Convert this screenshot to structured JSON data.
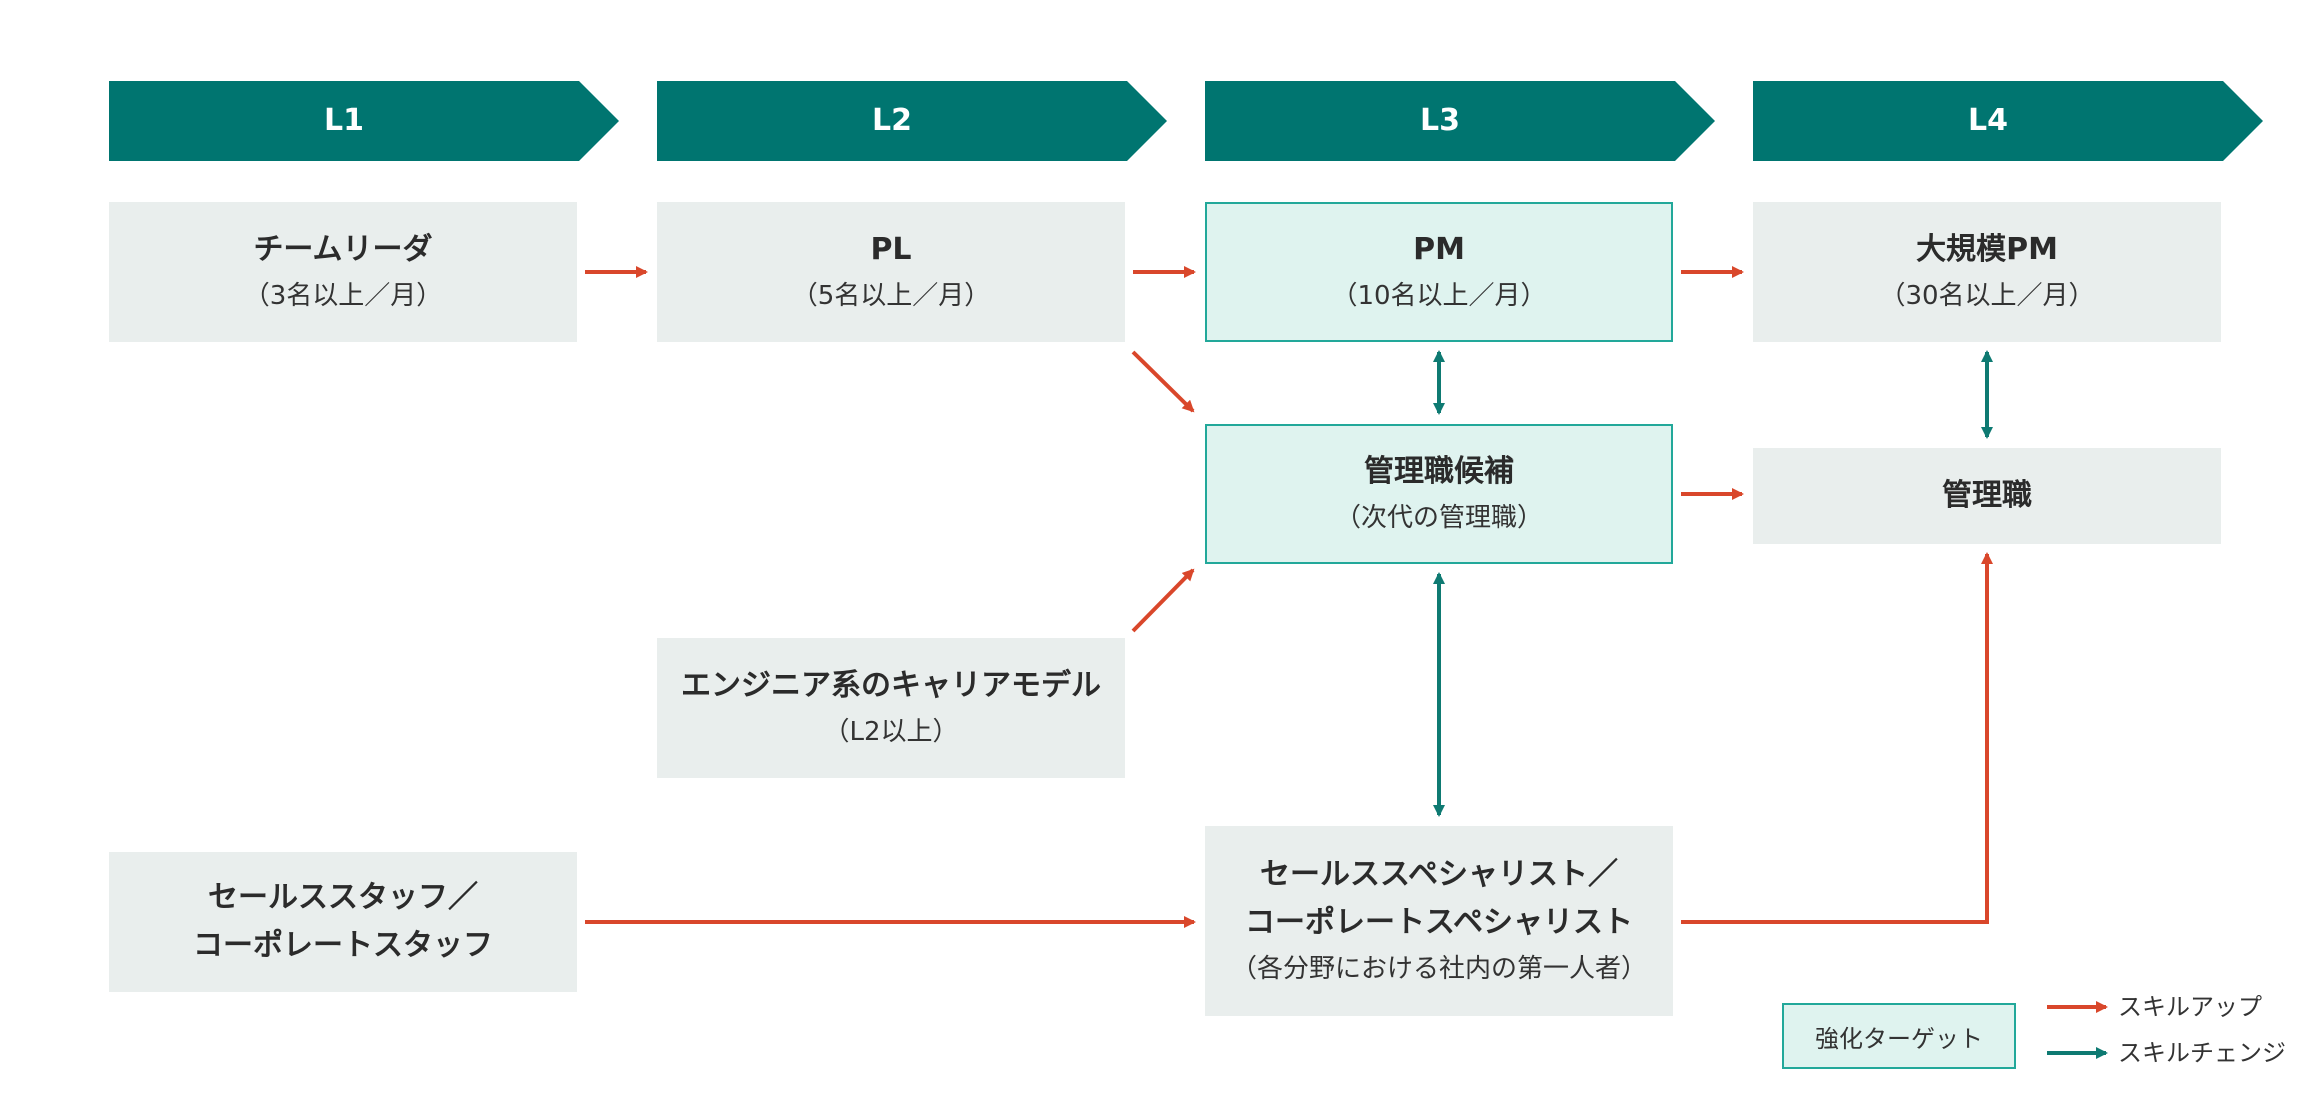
{
  "levels": [
    "L1",
    "L2",
    "L3",
    "L4"
  ],
  "nodes": {
    "team_leader": {
      "title": "チームリーダ",
      "sub": "（3名以上／月）"
    },
    "pl": {
      "title": "PL",
      "sub": "（5名以上／月）"
    },
    "pm": {
      "title": "PM",
      "sub": "（10名以上／月）"
    },
    "large_pm": {
      "title": "大規模PM",
      "sub": "（30名以上／月）"
    },
    "manager_candidate": {
      "title": "管理職候補",
      "sub": "（次代の管理職）"
    },
    "manager": {
      "title": "管理職"
    },
    "engineer_career": {
      "title": "エンジニア系のキャリアモデル",
      "sub": "（L2以上）"
    },
    "sales_staff": {
      "title_line1": "セールススタッフ／",
      "title_line2": "コーポレートスタッフ"
    },
    "specialist": {
      "title_line1": "セールススペシャリスト／",
      "title_line2": "コーポレートスペシャリスト",
      "sub": "（各分野における社内の第一人者）"
    }
  },
  "legend": {
    "target_label": "強化ターゲット",
    "skill_up_label": "スキルアップ",
    "skill_change_label": "スキルチェンジ"
  },
  "colors": {
    "header": "#007570",
    "box": "#e9eeed",
    "target_fill": "#dff3ef",
    "target_border": "#22a89a",
    "skill_up_arrow": "#d9472b",
    "skill_change_arrow": "#0e7a72"
  }
}
